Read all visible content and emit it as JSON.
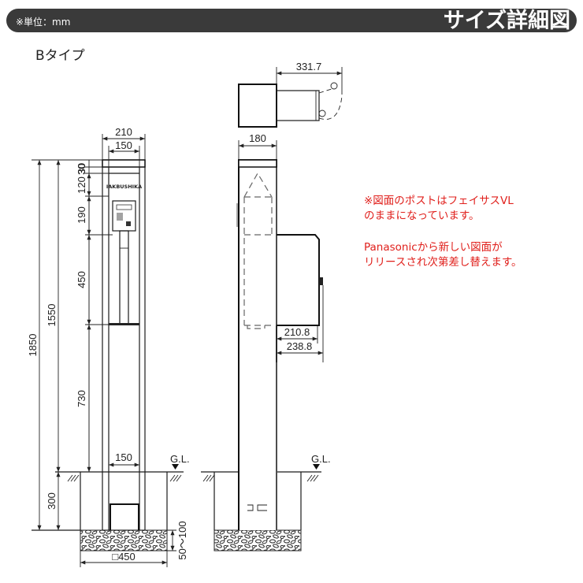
{
  "header": {
    "unit_note": "※単位：mm",
    "title": "サイズ詳細図",
    "bar_color": "#3a3a3a"
  },
  "type_label": "Bタイプ",
  "front_view": {
    "plate_text": "IAKBUSHIKA",
    "dims": {
      "total_width": "210",
      "inner_width": "150",
      "h_total": "1850",
      "h_above_ground": "1550",
      "cap1": "30",
      "cap2": "30",
      "seg_120": "120",
      "seg_190": "190",
      "seg_450": "450",
      "seg_730": "730",
      "embed": "300",
      "bottom_inner": "150",
      "footing": "□450",
      "gravel": "50～100"
    },
    "gl": "G.L."
  },
  "side_view": {
    "dims": {
      "top_depth": "331.7",
      "post_depth": "180",
      "box_depth": "210.8",
      "box_depth_total": "238.8"
    },
    "gl": "G.L."
  },
  "note": {
    "color": "#e0201c",
    "lines": [
      "※図面のポストはフェイサスVL",
      "のままになっています。",
      "Panasonicから新しい図面が",
      "リリースされ次第差し替えます。"
    ]
  }
}
